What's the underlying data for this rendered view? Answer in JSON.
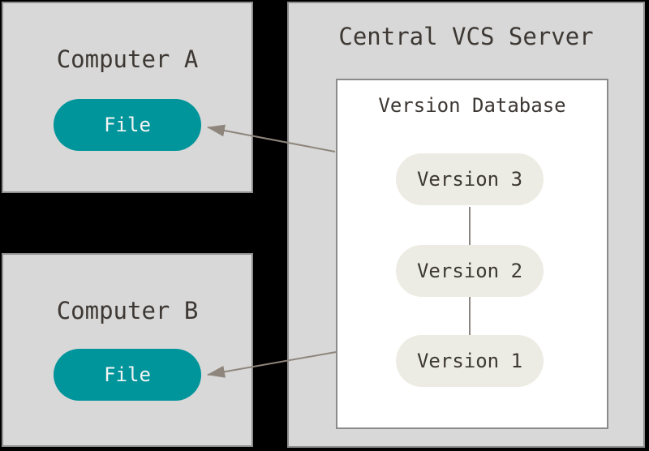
{
  "computer_a": {
    "title": "Computer A",
    "file": "File"
  },
  "computer_b": {
    "title": "Computer B",
    "file": "File"
  },
  "server": {
    "title": "Central VCS Server",
    "database": {
      "title": "Version Database",
      "versions": [
        "Version 3",
        "Version 2",
        "Version 1"
      ]
    }
  },
  "colors": {
    "background": "#000000",
    "panel_fill": "#d8d8d8",
    "panel_border": "#8f8f8f",
    "database_fill": "#ffffff",
    "database_border": "#8a8a8a",
    "file_pill_fill": "#00949b",
    "file_pill_text": "#f4f6f5",
    "version_pill_fill": "#edece4",
    "text": "#3d3833",
    "arrow": "#8e867c"
  }
}
